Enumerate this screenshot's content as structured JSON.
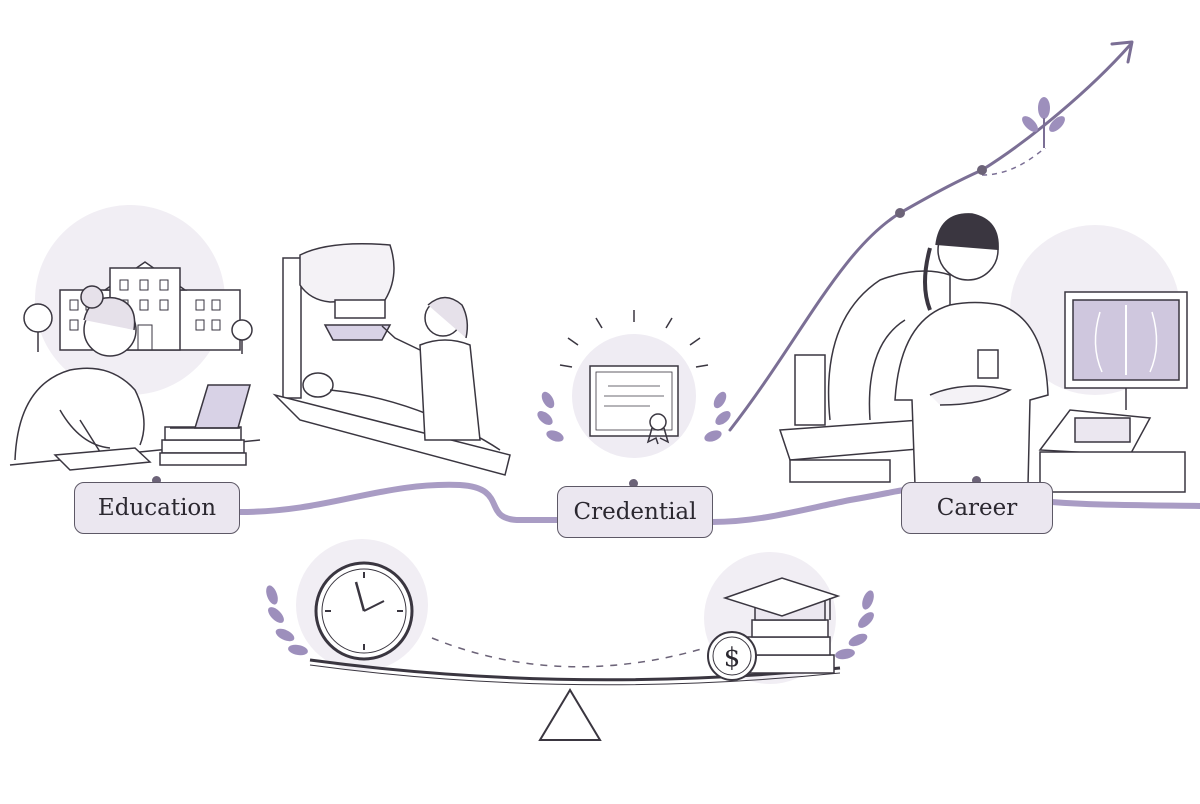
{
  "stages": [
    {
      "id": "education",
      "label": "Education"
    },
    {
      "id": "credential",
      "label": "Credential"
    },
    {
      "id": "career",
      "label": "Career"
    }
  ],
  "balance": {
    "left_icon": "clock-icon",
    "right_icon": "graduation-cap-money-icon",
    "currency_symbol": "$"
  },
  "colors": {
    "accent": "#8a7fa8",
    "accent_light": "#ebe7f0",
    "ink": "#3a3640",
    "path": "#a99cc4"
  }
}
